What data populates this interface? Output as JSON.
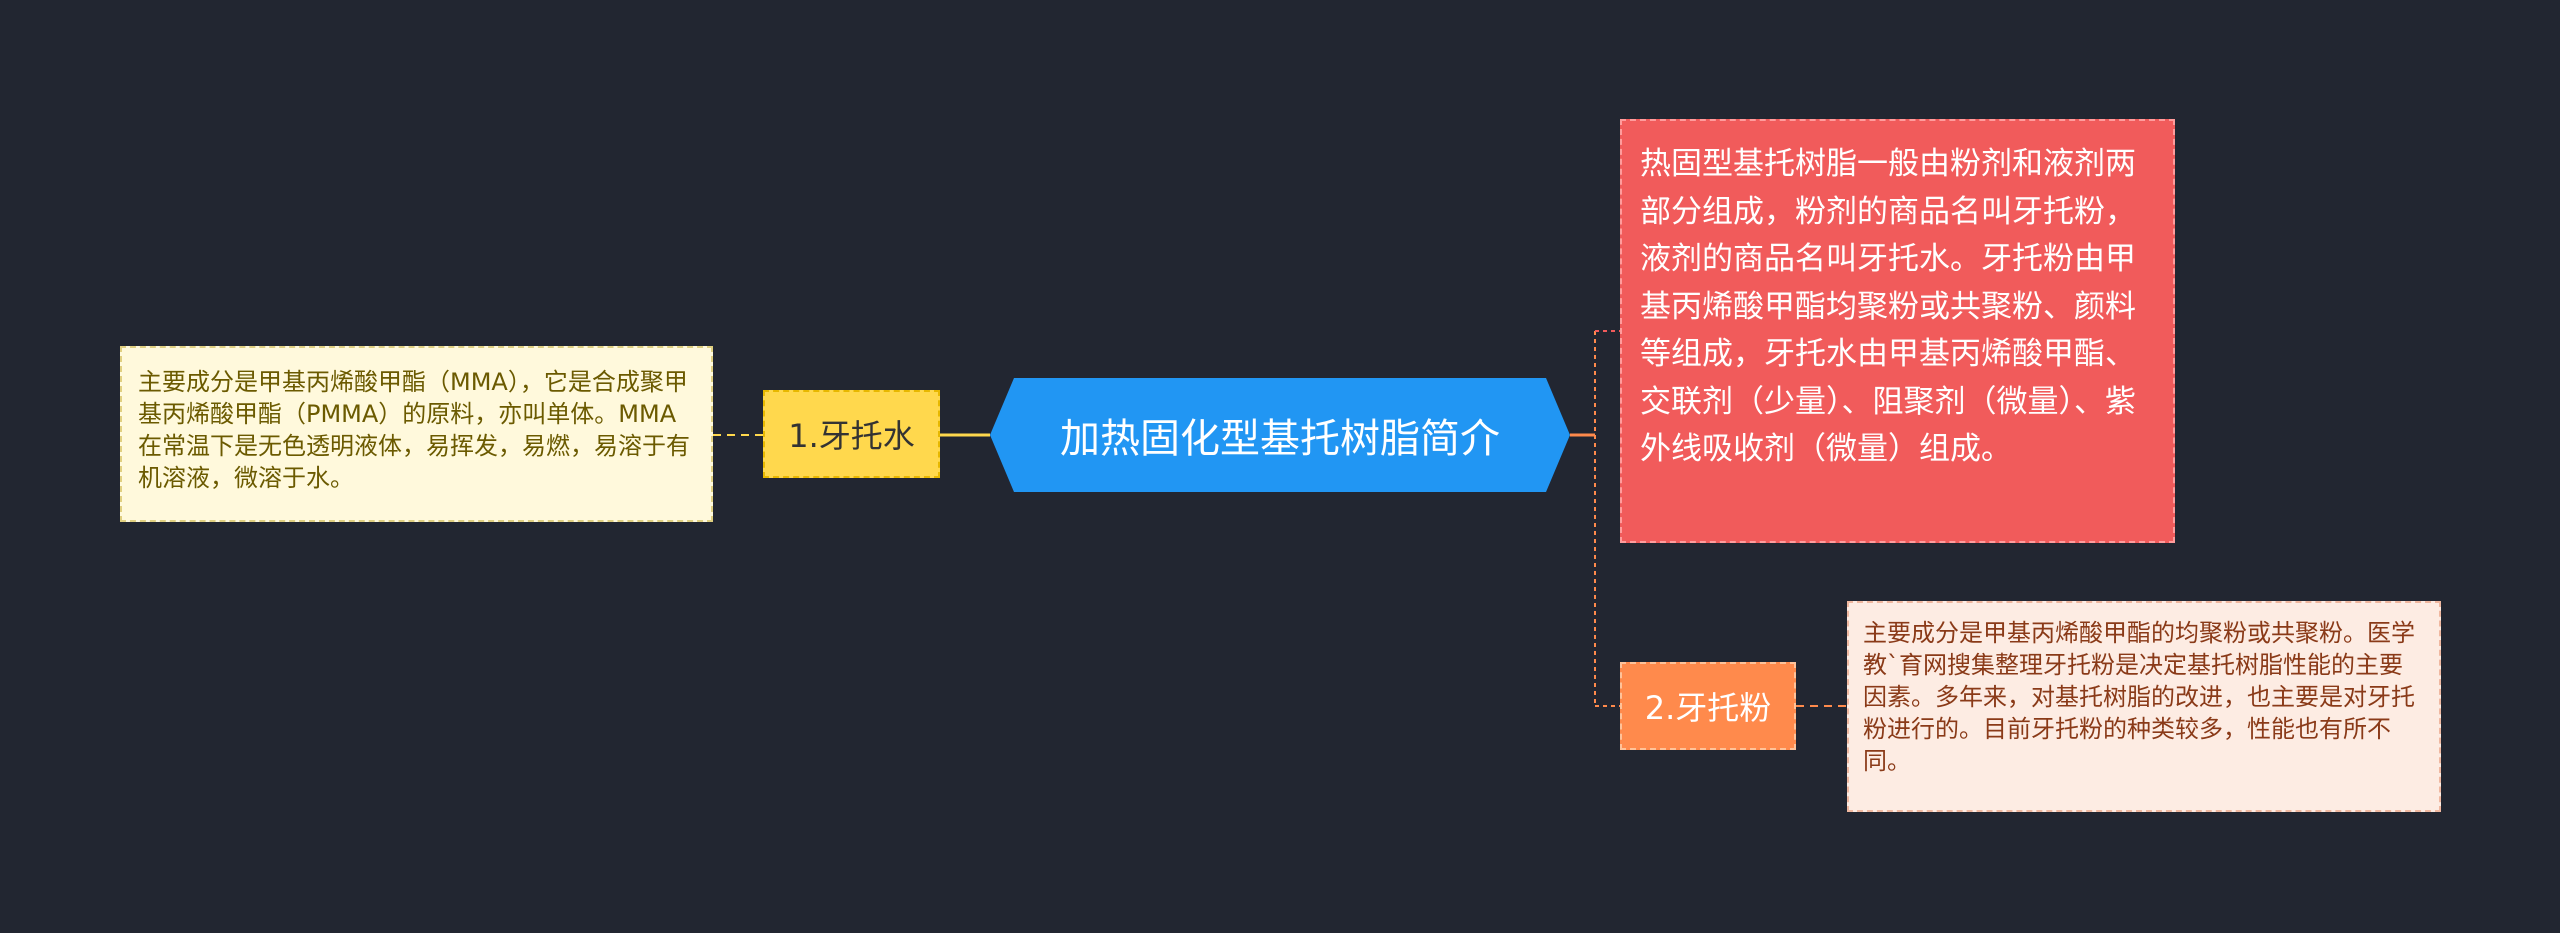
{
  "center": {
    "label": "加热固化型基托树脂简介"
  },
  "left_branch": {
    "label": "1.牙托水",
    "note": "主要成分是甲基丙烯酸甲酯（MMA），它是合成聚甲基丙烯酸甲酯（PMMA）的原料，亦叫单体。MMA在常温下是无色透明液体，易挥发，易燃，易溶于有机溶液，微溶于水。"
  },
  "right_note": {
    "text": "热固型基托树脂一般由粉剂和液剂两部分组成，粉剂的商品名叫牙托粉，液剂的商品名叫牙托水。牙托粉由甲基丙烯酸甲酯均聚粉或共聚粉、颜料等组成，牙托水由甲基丙烯酸甲酯、交联剂（少量）、阻聚剂（微量）、紫外线吸收剂（微量）组成。"
  },
  "right_branch": {
    "label": "2.牙托粉",
    "note": "主要成分是甲基丙烯酸甲酯的均聚粉或共聚粉。医学教`育网搜集整理牙托粉是决定基托树脂性能的主要因素。多年来，对基托树脂的改进，也主要是对牙托粉进行的。目前牙托粉的种类较多，性能也有所不同。"
  },
  "colors": {
    "background": "#222631",
    "center": "#2196f3",
    "left_branch": "#ffd84d",
    "left_note": "#fff9dc",
    "right_note": "#f15b5b",
    "right_branch": "#ff8a4c",
    "right_branch_note": "#fdece3"
  }
}
